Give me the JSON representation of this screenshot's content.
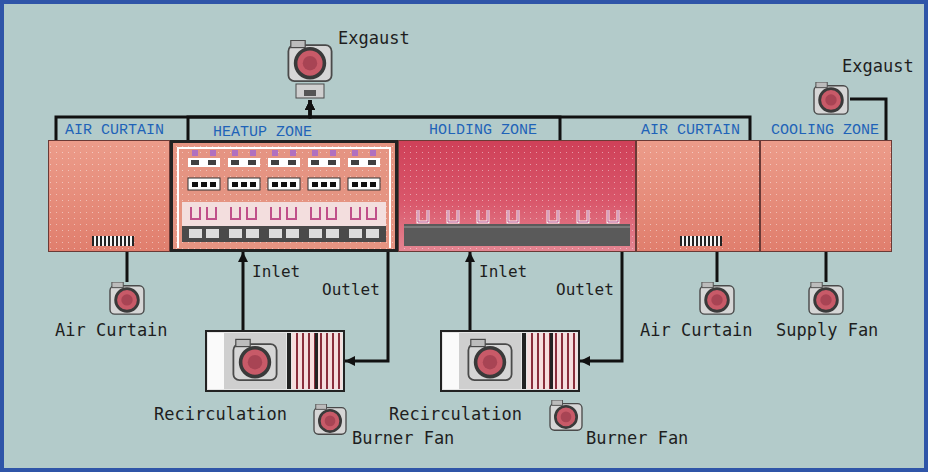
{
  "diagram": {
    "nodes": [
      {
        "text": [
          "Exgaust"
        ]
      },
      {
        "text": [
          "Exgaust"
        ]
      },
      {
        "text": [
          "AIR CURTAIN"
        ]
      },
      {
        "text": [
          "HEATUP ZONE"
        ]
      },
      {
        "text": [
          "HOLDING ZONE"
        ]
      },
      {
        "text": [
          "AIR CURTAIN"
        ]
      },
      {
        "text": [
          "COOLING ZONE"
        ]
      },
      {
        "text": [
          "Air Curtain"
        ]
      },
      {
        "text": [
          "Recirculation"
        ]
      },
      {
        "text": [
          "Burner Fan"
        ]
      },
      {
        "text": [
          "Recirculation"
        ]
      },
      {
        "text": [
          "Burner Fan"
        ]
      },
      {
        "text": [
          "Air Curtain"
        ]
      },
      {
        "text": [
          "Supply Fan"
        ]
      }
    ],
    "edges": [
      {
        "from": 2,
        "to": 0,
        "arrow": "to"
      },
      {
        "from": 3,
        "to": 0,
        "arrow": "to"
      },
      {
        "from": 4,
        "to": 0,
        "arrow": "to"
      },
      {
        "from": 5,
        "to": 0,
        "arrow": "to"
      },
      {
        "from": 6,
        "to": 1,
        "arrow": "none"
      },
      {
        "from": 7,
        "to": 2,
        "arrow": "none"
      },
      {
        "from": 8,
        "to": 3,
        "label": "Inlet",
        "arrow": "to"
      },
      {
        "from": 3,
        "to": 8,
        "label": "Outlet",
        "arrow": "to"
      },
      {
        "from": 10,
        "to": 4,
        "label": "Inlet",
        "arrow": "to"
      },
      {
        "from": 4,
        "to": 10,
        "label": "Outlet",
        "arrow": "to"
      },
      {
        "from": 12,
        "to": 5,
        "arrow": "none"
      },
      {
        "from": 13,
        "to": 6,
        "arrow": "none"
      }
    ]
  }
}
